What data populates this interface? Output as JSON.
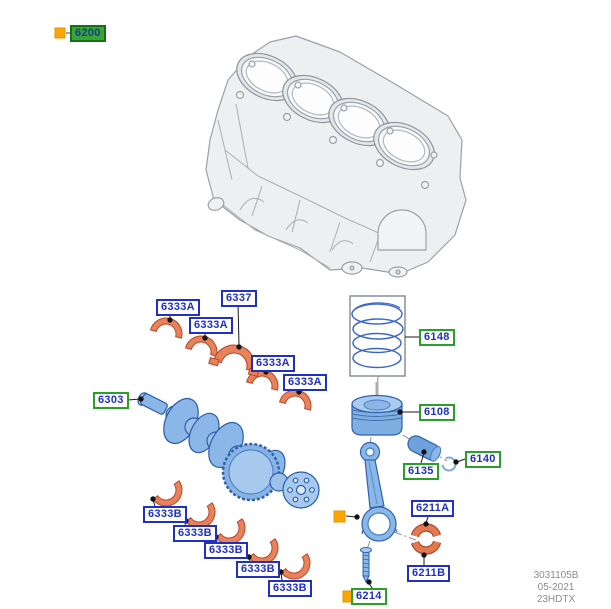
{
  "title": "Engine block, crankshaft and piston parts diagram",
  "labels": {
    "l6200": {
      "text": "6200"
    },
    "a1": {
      "text": "6333A"
    },
    "a2": {
      "text": "6333A"
    },
    "t6337": {
      "text": "6337"
    },
    "a3": {
      "text": "6333A"
    },
    "a4": {
      "text": "6333A"
    },
    "l6303": {
      "text": "6303"
    },
    "l6148": {
      "text": "6148"
    },
    "l6108": {
      "text": "6108"
    },
    "l6135": {
      "text": "6135"
    },
    "l6140": {
      "text": "6140"
    },
    "l6211a": {
      "text": "6211A"
    },
    "l6211b": {
      "text": "6211B"
    },
    "l6214": {
      "text": "6214"
    },
    "b1": {
      "text": "6333B"
    },
    "b2": {
      "text": "6333B"
    },
    "b3": {
      "text": "6333B"
    },
    "b4": {
      "text": "6333B"
    },
    "b5": {
      "text": "6333B"
    }
  },
  "footer": {
    "doc_number": "3031105B",
    "date": "05-2021",
    "code": "23HDTX"
  },
  "colors": {
    "part_blue": "#8ab7e8",
    "part_blue_outline": "#2f62ae",
    "part_orange": "#e8825a",
    "part_orange_outline": "#b5482a",
    "block_gray_fill": "#edeff1",
    "block_gray_line": "#9aa1a8",
    "label_blue": "#2030c0",
    "label_green": "#2aa02a",
    "highlight_green": "#3aa537",
    "marker_yellow": "#f9a700",
    "callout_line": "#1a1a1a",
    "dash_line_gray": "#8f8f8f",
    "footer_text": "#8b8b8b"
  }
}
